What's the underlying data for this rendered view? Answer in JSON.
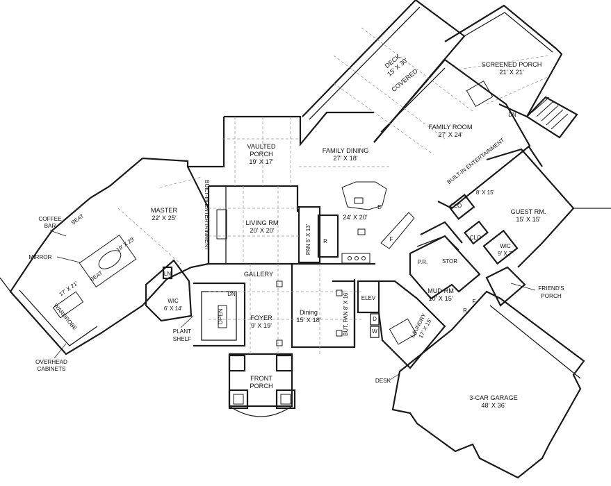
{
  "rooms": {
    "deck": {
      "name": "DECK",
      "dims": "15' X 30'"
    },
    "covered": {
      "name": "COVERED"
    },
    "screened_porch": {
      "name": "SCREENED PORCH",
      "dims": "21' X 21'"
    },
    "family_room": {
      "name": "FAMILY ROOM",
      "dims": "27' X 24'"
    },
    "vaulted_porch": {
      "name": "VAULTED",
      "name2": "PORCH",
      "dims": "19' X 17'"
    },
    "family_dining": {
      "name": "FAMILY DINING",
      "dims": "27' X 18'"
    },
    "kitchen": {
      "dims": "24' X 20'"
    },
    "living_rm": {
      "name": "LIVING RM",
      "dims": "20' X 20'"
    },
    "master": {
      "name": "MASTER",
      "dims": "22' X 25'"
    },
    "master_bath": {
      "dims": "19' X 29'"
    },
    "wardrobe": {
      "name": "WARDROBE",
      "dims": "17' X 21'"
    },
    "gallery": {
      "name": "GALLERY"
    },
    "foyer": {
      "name": "FOYER",
      "dims": "9' X 19'"
    },
    "dining": {
      "name": "Dining",
      "dims": "15' X 18'"
    },
    "front_porch": {
      "name": "FRONT",
      "name2": "PORCH"
    },
    "pantry": {
      "name": "PAN 5' X 13'"
    },
    "butler_pantry": {
      "name": "BUT. PAN  8' X 16'"
    },
    "elev": {
      "name": "ELEV"
    },
    "laundry": {
      "name": "LAUNDRY",
      "dims": "17' X 15'"
    },
    "mud_rm": {
      "name": "MUD RM",
      "dims": "10' X 15'"
    },
    "pr": {
      "name": "P.R."
    },
    "stor": {
      "name": "STOR"
    },
    "guest_rm": {
      "name": "GUEST RM.",
      "dims": "15' X 15'"
    },
    "guest_closet": {
      "dims": "8' X 15'"
    },
    "guest_wic": {
      "name": "WIC",
      "dims": "9' X 7'"
    },
    "master_wic": {
      "name": "WIC",
      "dims": "6' X 14'"
    },
    "garage": {
      "name": "3-CAR GARAGE",
      "dims": "48' X 36'"
    }
  },
  "small_labels": {
    "clo1": "CLO",
    "clo2": "CLO",
    "dn1": "DN",
    "dn2": "DN",
    "open": "OPEN",
    "ln": "LN",
    "seat1": "SEAT",
    "seat2": "SEAT",
    "builtin1": "BUILT-IN ENTERTAINMENT",
    "builtin2": "BUILT-IN ENTERTAINMENT",
    "f1": "F",
    "f2": "F",
    "r1": "R",
    "r2": "R",
    "d1": "D",
    "d2": "D",
    "w": "W"
  },
  "callouts": {
    "coffee_bar": [
      "COFFEE",
      "BAR"
    ],
    "mirror": "MIRROR",
    "overhead_cabinets": [
      "OVERHEAD",
      "CABINETS"
    ],
    "plant_shelf": [
      "PLANT",
      "SHELF"
    ],
    "desk": "DESK",
    "friends_porch": [
      "FRIEND'S",
      "PORCH"
    ]
  }
}
